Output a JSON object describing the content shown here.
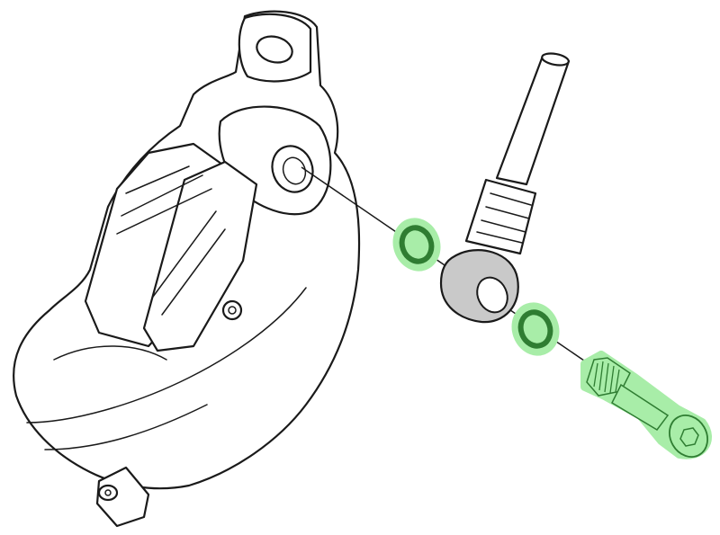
{
  "illustration": {
    "parts": [
      "brake-caliper",
      "brake-hose",
      "banjo-fitting",
      "washer",
      "washer",
      "banjo-bolt"
    ],
    "colors": {
      "highlight_fill": "#a8eda8",
      "highlight_stroke": "#2f7d32",
      "banjo_fill": "#c9c9c9",
      "line": "#1a1a1a",
      "background": "#ffffff"
    }
  }
}
